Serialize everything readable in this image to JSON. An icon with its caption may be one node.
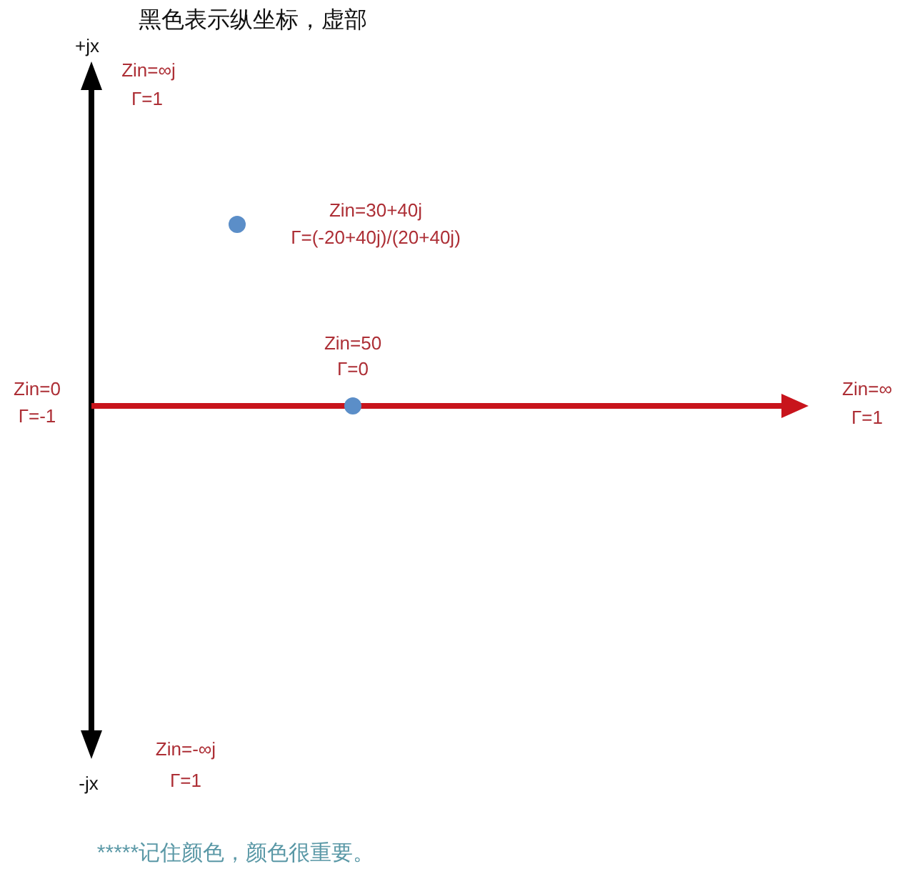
{
  "diagram": {
    "title": "黑色表示纵坐标，虚部",
    "caption": "*****记住颜色，颜色很重要。",
    "nodes": [
      {
        "text": [],
        "shape": "circle",
        "beside": [
          "Zin=30+40j",
          "Γ=(-20+40j)/(20+40j)"
        ]
      },
      {
        "text": [],
        "shape": "circle",
        "beside": [
          "Zin=50",
          "Γ=0"
        ]
      }
    ],
    "labels": [
      "+jx",
      "Zin=∞j",
      "Γ=1",
      "Zin=0",
      "Γ=-1",
      "Zin=∞",
      "Γ=1",
      "Zin=-∞j",
      "Γ=1",
      "-jx"
    ]
  }
}
